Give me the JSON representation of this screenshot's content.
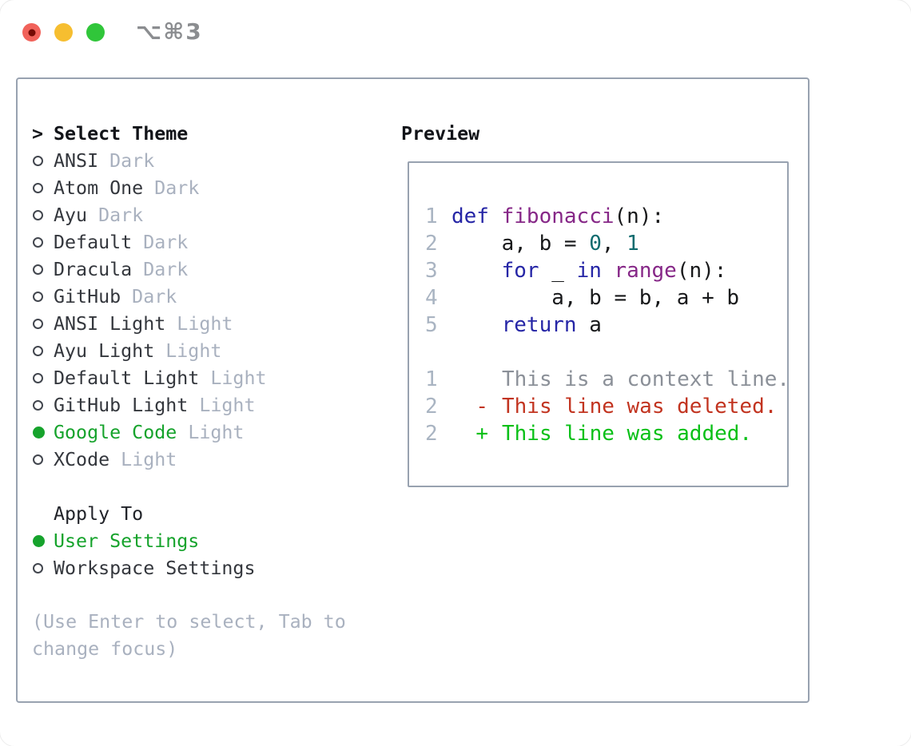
{
  "window": {
    "title": "⌥⌘3",
    "traffic_lights": {
      "close_color": "#f1625a",
      "close_dot_color": "#750b04",
      "minimize_color": "#f6be30",
      "zoom_color": "#30c63a"
    },
    "title_color": "#8b8d90"
  },
  "colors": {
    "panel_border": "#98a2b0",
    "accent_green": "#16a32c",
    "muted_gray": "#a9b1bf",
    "dark_text": "#34373d",
    "keyword_blue": "#2626a6",
    "function_purple": "#862787",
    "literal_teal": "#0e6b6e",
    "line_number_gray": "#a9b4c2",
    "context_gray": "#8b9098",
    "deleted_red": "#c23420",
    "added_green": "#09c017"
  },
  "theme_panel": {
    "prompt": ">",
    "title": "Select Theme",
    "themes": [
      {
        "name": "ANSI",
        "variant": "Dark",
        "selected": false
      },
      {
        "name": "Atom One",
        "variant": "Dark",
        "selected": false
      },
      {
        "name": "Ayu",
        "variant": "Dark",
        "selected": false
      },
      {
        "name": "Default",
        "variant": "Dark",
        "selected": false
      },
      {
        "name": "Dracula",
        "variant": "Dark",
        "selected": false
      },
      {
        "name": "GitHub",
        "variant": "Dark",
        "selected": false
      },
      {
        "name": "ANSI Light",
        "variant": "Light",
        "selected": false
      },
      {
        "name": "Ayu Light",
        "variant": "Light",
        "selected": false
      },
      {
        "name": "Default Light",
        "variant": "Light",
        "selected": false
      },
      {
        "name": "GitHub Light",
        "variant": "Light",
        "selected": false
      },
      {
        "name": "Google Code",
        "variant": "Light",
        "selected": true
      },
      {
        "name": "XCode",
        "variant": "Light",
        "selected": false
      }
    ],
    "apply_to": {
      "title": "Apply To",
      "options": [
        {
          "name": "User Settings",
          "selected": true
        },
        {
          "name": "Workspace Settings",
          "selected": false
        }
      ]
    },
    "hint": "(Use Enter to select, Tab to change focus)"
  },
  "preview": {
    "title": "Preview",
    "code_lines": [
      {
        "num": "1",
        "tokens": [
          {
            "t": "def",
            "c": "kw"
          },
          {
            "t": " ",
            "c": "pl"
          },
          {
            "t": "fibonacci",
            "c": "fn"
          },
          {
            "t": "(n):",
            "c": "pl"
          }
        ]
      },
      {
        "num": "2",
        "tokens": [
          {
            "t": "    a, b = ",
            "c": "pl"
          },
          {
            "t": "0",
            "c": "lit"
          },
          {
            "t": ", ",
            "c": "pl"
          },
          {
            "t": "1",
            "c": "lit"
          }
        ]
      },
      {
        "num": "3",
        "tokens": [
          {
            "t": "    ",
            "c": "pl"
          },
          {
            "t": "for",
            "c": "kw"
          },
          {
            "t": " _ ",
            "c": "pl"
          },
          {
            "t": "in",
            "c": "kw"
          },
          {
            "t": " ",
            "c": "pl"
          },
          {
            "t": "range",
            "c": "fn"
          },
          {
            "t": "(n):",
            "c": "pl"
          }
        ]
      },
      {
        "num": "4",
        "tokens": [
          {
            "t": "        a, b = b, a + b",
            "c": "pl"
          }
        ]
      },
      {
        "num": "5",
        "tokens": [
          {
            "t": "    ",
            "c": "pl"
          },
          {
            "t": "return",
            "c": "kw"
          },
          {
            "t": " a",
            "c": "pl"
          }
        ]
      }
    ],
    "diff_lines": [
      {
        "num": "1",
        "marker": "",
        "text": "This is a context line.",
        "kind": "context"
      },
      {
        "num": "2",
        "marker": "-",
        "text": "This line was deleted.",
        "kind": "deleted"
      },
      {
        "num": "2",
        "marker": "+",
        "text": "This line was added.",
        "kind": "added"
      }
    ]
  }
}
